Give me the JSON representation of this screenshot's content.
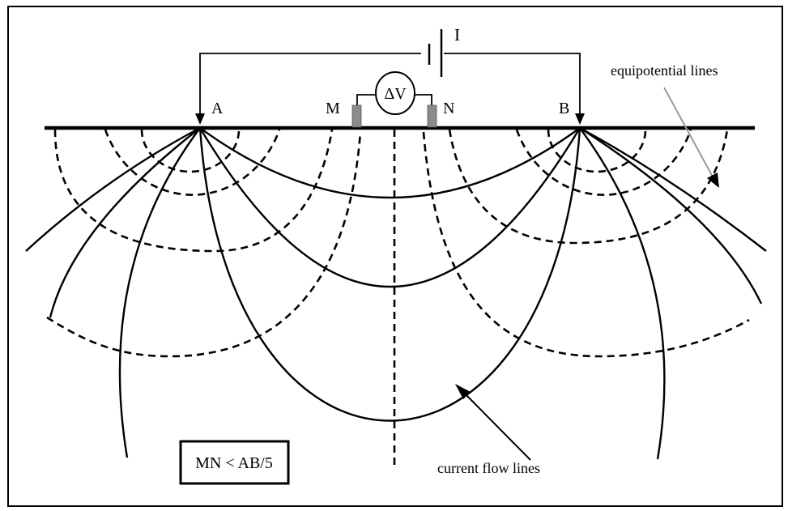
{
  "labels": {
    "current": "I",
    "electrode_a": "A",
    "electrode_b": "B",
    "electrode_m": "M",
    "electrode_n": "N",
    "voltmeter": "ΔV",
    "equipotential": "equipotential lines",
    "current_flow": "current flow lines",
    "condition": "MN < AB/5"
  },
  "colors": {
    "line": "#000000",
    "electrode": "#8c8c8c",
    "pointer": "#999999",
    "background": "#ffffff"
  }
}
